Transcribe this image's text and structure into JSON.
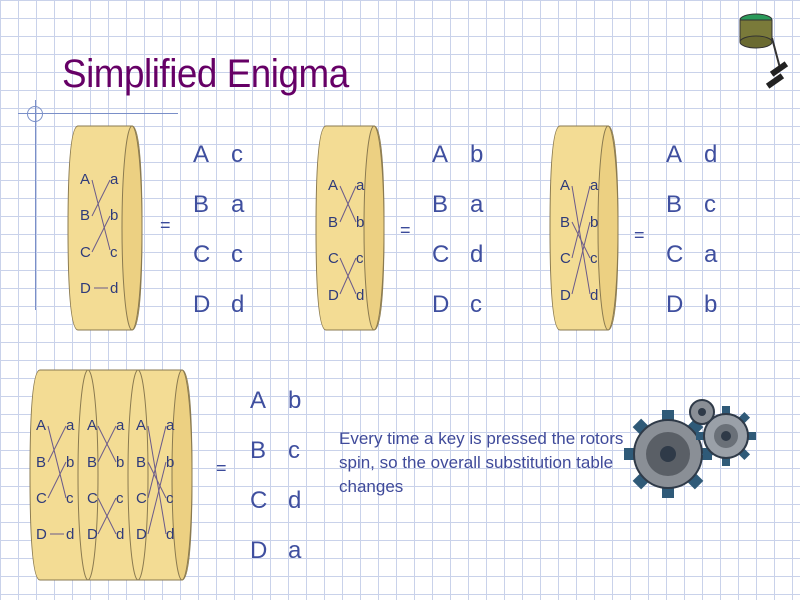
{
  "title": "Simplified Enigma",
  "rotors": [
    {
      "labels": [
        "A",
        "a",
        "B",
        "b",
        "C",
        "c",
        "D",
        "d"
      ]
    },
    {
      "labels": [
        "A",
        "a",
        "B",
        "b",
        "C",
        "c",
        "D",
        "d"
      ]
    },
    {
      "labels": [
        "A",
        "a",
        "B",
        "b",
        "C",
        "c",
        "D",
        "d"
      ]
    },
    {
      "labels": [
        "A",
        "a",
        "A",
        "a",
        "A",
        "a",
        "B",
        "b",
        "B",
        "b",
        "B",
        "b",
        "C",
        "c",
        "C",
        "c",
        "C",
        "c",
        "D",
        "d",
        "D",
        "d",
        "D",
        "d"
      ]
    }
  ],
  "equals": "=",
  "tables": [
    {
      "rows": [
        [
          "A",
          "c"
        ],
        [
          "B",
          "a"
        ],
        [
          "C",
          "c"
        ],
        [
          "D",
          "d"
        ]
      ]
    },
    {
      "rows": [
        [
          "A",
          "b"
        ],
        [
          "B",
          "a"
        ],
        [
          "C",
          "d"
        ],
        [
          "D",
          "c"
        ]
      ]
    },
    {
      "rows": [
        [
          "A",
          "d"
        ],
        [
          "B",
          "c"
        ],
        [
          "C",
          "a"
        ],
        [
          "D",
          "b"
        ]
      ]
    },
    {
      "rows": [
        [
          "A",
          "b"
        ],
        [
          "B",
          "c"
        ],
        [
          "C",
          "d"
        ],
        [
          "D",
          "a"
        ]
      ]
    }
  ],
  "caption": "Every time a key is pressed the rotors spin, so the overall substitution table changes",
  "colors": {
    "title": "#660066",
    "text": "#3f4f9f",
    "rotor_fill": "#f3dc94",
    "rotor_edge": "#e8c86a"
  }
}
